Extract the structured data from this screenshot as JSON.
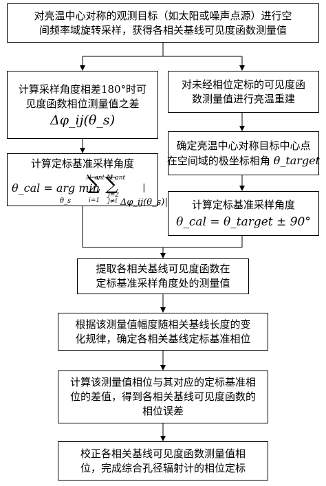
{
  "nodes": {
    "n1": {
      "lines": [
        "对亮温中心对称的观测目标（如太阳或噪声点源）进行空",
        "间频率域旋转采样，获得各相关基线可见度函数测量值"
      ]
    },
    "n2": {
      "lines": [
        "计算采样角度相差180°时可",
        "见度函数相位测量值之差"
      ],
      "formula": "Δφ_ij(θ_s)"
    },
    "n3": {
      "lines": [
        "对未经相位定标的可见度函",
        "数测量值进行亮温重建"
      ]
    },
    "n4": {
      "title": "计算定标基准采样角度",
      "formula_lhs": "θ_cal = arg min",
      "formula_under": "θ_s",
      "sum1_top": "N_ant−1",
      "sum1_bottom": "i=1",
      "sum2_top": "N_ant",
      "sum2_bottom": "j=2",
      "sum2_bottom2": "j≠i",
      "formula_rhs": "|Δφ_ij(θ_s)|"
    },
    "n5": {
      "lines": [
        "确定亮温中心对称目标中心点",
        "在空间域的极坐标相角"
      ],
      "formula": "θ_target"
    },
    "n6": {
      "title": "计算定标基准采样角度",
      "formula": "θ_cal = θ_target ± 90°"
    },
    "n7": {
      "lines": [
        "提取各相关基线可见度函数在",
        "定标基准采样角度处的测量值"
      ]
    },
    "n8": {
      "lines": [
        "根据该测量值幅度随相关基线长度的变",
        "化规律，确定各相关基线定标基准相位"
      ]
    },
    "n9": {
      "lines": [
        "计算该测量值相位与其对应的定标基准相",
        "位的差值，得到各相关基线可见度函数的",
        "相位误差"
      ]
    },
    "n10": {
      "lines": [
        "校正各相关基线可见度函数测量值相",
        "位，完成综合孔径辐射计的相位定标"
      ]
    }
  }
}
